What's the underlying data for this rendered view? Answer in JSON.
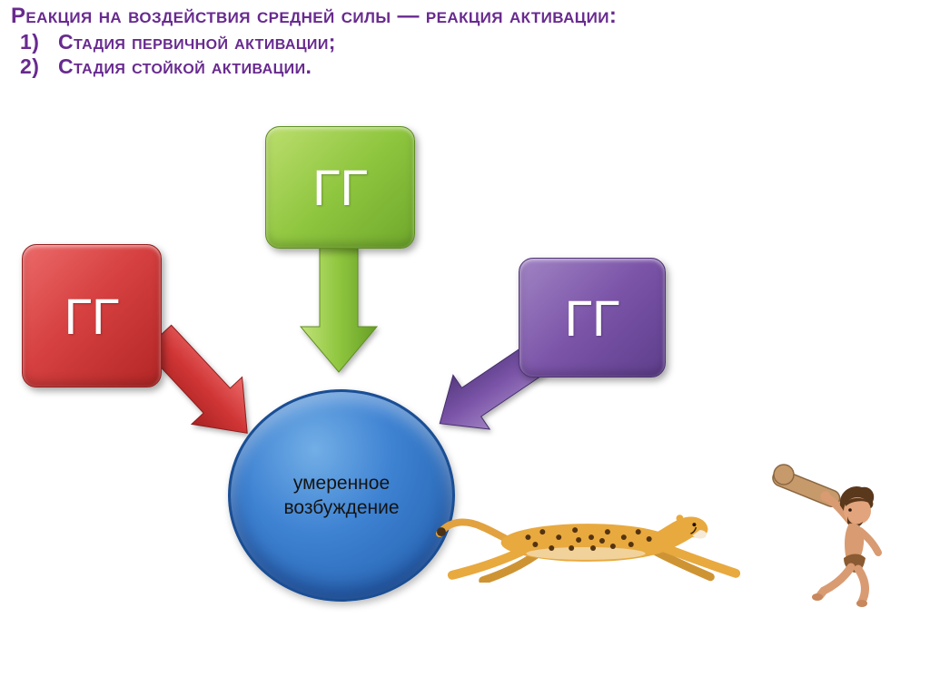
{
  "title": {
    "line1": "Реакция на воздействия средней силы — реакция активации:",
    "items": [
      {
        "marker": "1)",
        "text": "Стадия первичной активации;"
      },
      {
        "marker": "2)",
        "text": "Стадия стойкой активации."
      }
    ],
    "color": "#682A8F"
  },
  "diagram": {
    "boxes": {
      "red": {
        "label": "ГГ",
        "color": "#D64040"
      },
      "green": {
        "label": "ГГ",
        "color": "#8FC63F"
      },
      "purple": {
        "label": "ГГ",
        "color": "#7B54A8"
      }
    },
    "center": {
      "label": "умеренное возбуждение",
      "color": "#2F74C6"
    },
    "illustrations": {
      "cheetah": "running-cheetah",
      "caveman": "caveman-with-club"
    }
  }
}
